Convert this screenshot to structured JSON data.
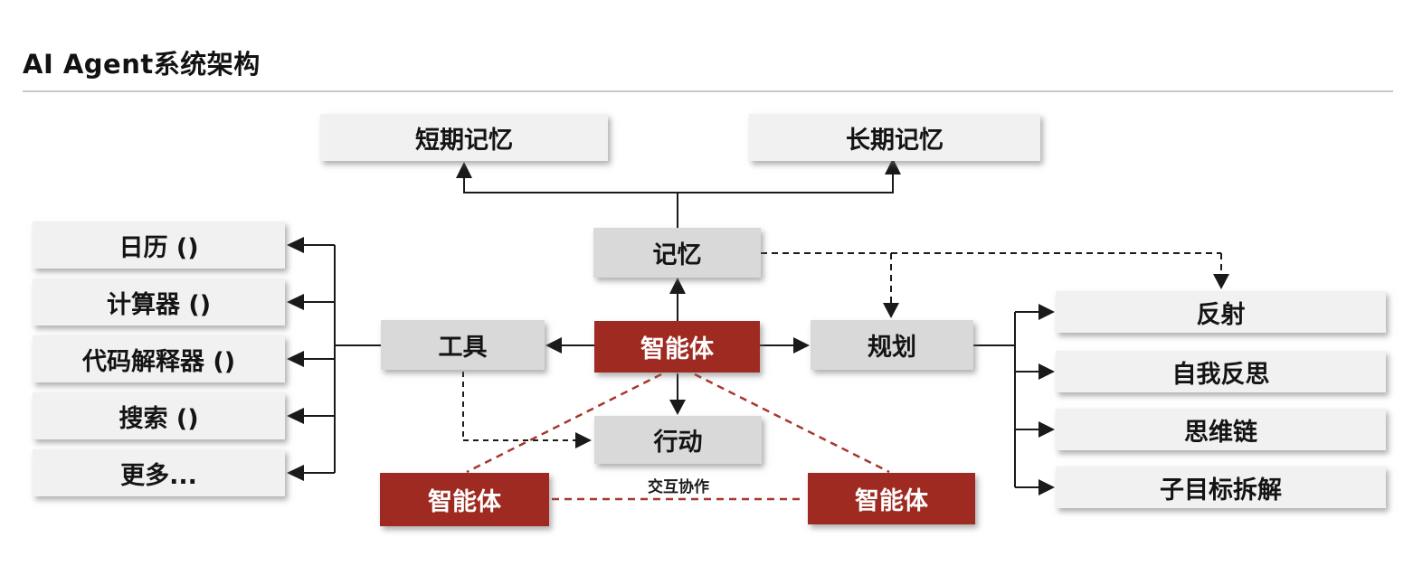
{
  "title": "AI Agent系统架构",
  "colors": {
    "accent_red": "#9e2a21",
    "red_dashed_line": "#a8362c",
    "node_gray": "#d9d9d9",
    "node_light_gray": "#f1f1f1",
    "line_black": "#1a1a1a"
  },
  "nodes": {
    "short_term_memory": "短期记忆",
    "long_term_memory": "长期记忆",
    "memory": "记忆",
    "agent_main": "智能体",
    "tools": "工具",
    "planning": "规划",
    "action": "行动",
    "agent_bottom_left": "智能体",
    "agent_bottom_right": "智能体"
  },
  "tool_items": [
    "日历 ()",
    "计算器 ()",
    "代码解释器 ()",
    "搜索 ()",
    "更多..."
  ],
  "planning_items": [
    "反射",
    "自我反思",
    "思维链",
    "子目标拆解"
  ],
  "labels": {
    "collaboration": "交互协作"
  }
}
